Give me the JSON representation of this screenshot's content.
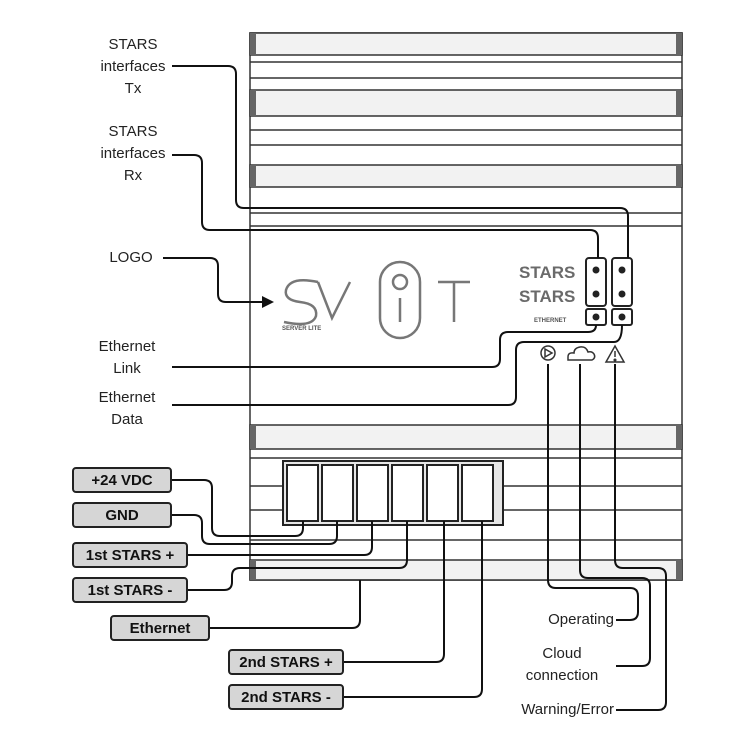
{
  "callouts": {
    "stars_tx": "STARS\ninterfaces\nTx",
    "stars_rx": "STARS\ninterfaces\nRx",
    "logo": "LOGO",
    "ethernet_link": "Ethernet\nLink",
    "ethernet_data": "Ethernet\nData",
    "operating": "Operating",
    "cloud_connection": "Cloud\nconnection",
    "warning_error": "Warning/Error"
  },
  "terminals": {
    "vdc": "+24 VDC",
    "gnd": "GND",
    "stars1_plus": "1st STARS +",
    "stars1_minus": "1st STARS -",
    "ethernet": "Ethernet",
    "stars2_plus": "2nd STARS +",
    "stars2_minus": "2nd STARS -"
  },
  "device": {
    "logo_text": "SV",
    "logo_text2": "T",
    "logo_sub": "SERVER LITE",
    "stars_label_1": "STARS",
    "stars_label_2": "STARS",
    "ethernet_label": "ETHERNET"
  },
  "status_icons": [
    "play-circle-icon",
    "cloud-icon",
    "warning-triangle-icon"
  ]
}
